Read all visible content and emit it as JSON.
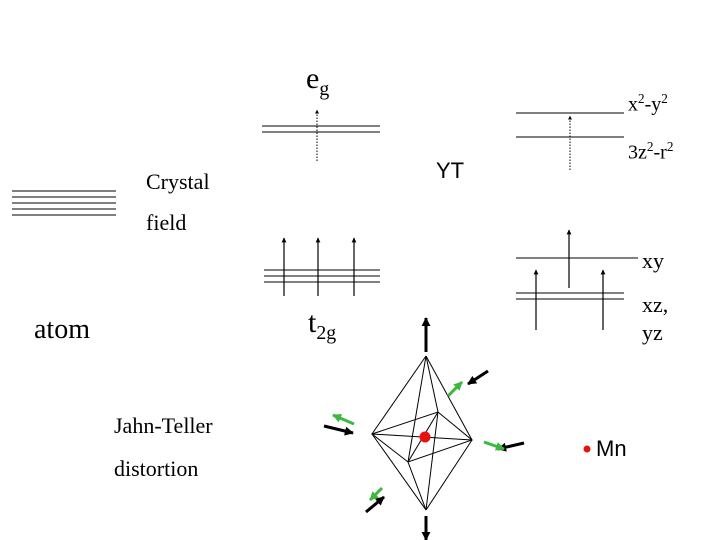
{
  "labels": {
    "eg_main": "e",
    "eg_sub": "g",
    "t2g_main": "t",
    "t2g_sub": "2g",
    "x2y2_a": "x",
    "x2y2_sup1": "2",
    "x2y2_b": "-y",
    "x2y2_sup2": "2",
    "z2r2_a": "3z",
    "z2r2_sup1": "2",
    "z2r2_b": "-r",
    "z2r2_sup2": "2",
    "xy": "xy",
    "xz": "xz,",
    "yz": "yz",
    "crystal": "Crystal",
    "field": "field",
    "atom": "atom",
    "yt": "YT",
    "jahn_teller": "Jahn-Teller",
    "distortion": "distortion",
    "mn": "Mn"
  },
  "colors": {
    "line": "#000000",
    "mn_atom": "#e8120c",
    "displacement_arrow": "#3cb83c"
  }
}
